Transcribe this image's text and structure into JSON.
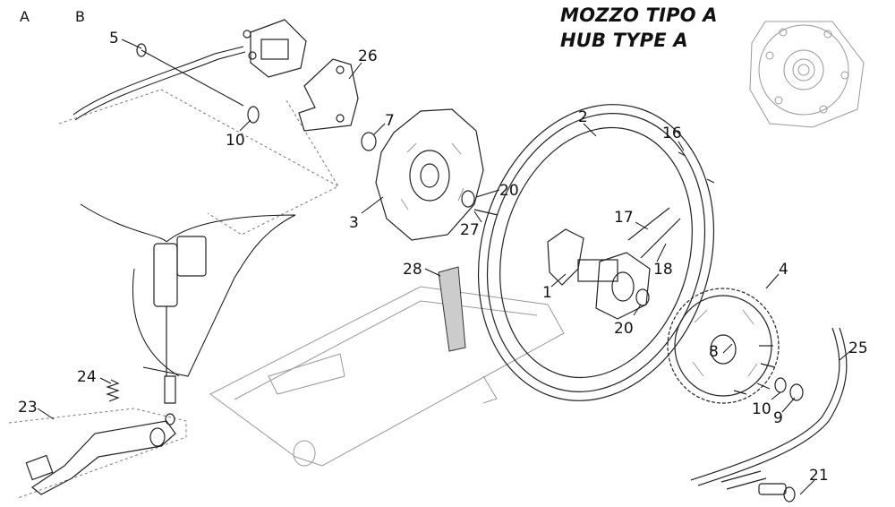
{
  "columns": [
    "A",
    "B"
  ],
  "title_line1": "MOZZO TIPO A",
  "title_line2": "HUB TYPE A",
  "callouts": [
    {
      "id": "c5",
      "label": "5"
    },
    {
      "id": "c26",
      "label": "26"
    },
    {
      "id": "c7",
      "label": "7"
    },
    {
      "id": "c10a",
      "label": "10"
    },
    {
      "id": "c2",
      "label": "2"
    },
    {
      "id": "c16",
      "label": "16"
    },
    {
      "id": "c20a",
      "label": "20"
    },
    {
      "id": "c3",
      "label": "3"
    },
    {
      "id": "c27",
      "label": "27"
    },
    {
      "id": "c17",
      "label": "17"
    },
    {
      "id": "c18",
      "label": "18"
    },
    {
      "id": "c28",
      "label": "28"
    },
    {
      "id": "c1",
      "label": "1"
    },
    {
      "id": "c4",
      "label": "4"
    },
    {
      "id": "c20b",
      "label": "20"
    },
    {
      "id": "c8",
      "label": "8"
    },
    {
      "id": "c25",
      "label": "25"
    },
    {
      "id": "c24",
      "label": "24"
    },
    {
      "id": "c23",
      "label": "23"
    },
    {
      "id": "c10b",
      "label": "10"
    },
    {
      "id": "c9",
      "label": "9"
    },
    {
      "id": "c21",
      "label": "21"
    }
  ]
}
